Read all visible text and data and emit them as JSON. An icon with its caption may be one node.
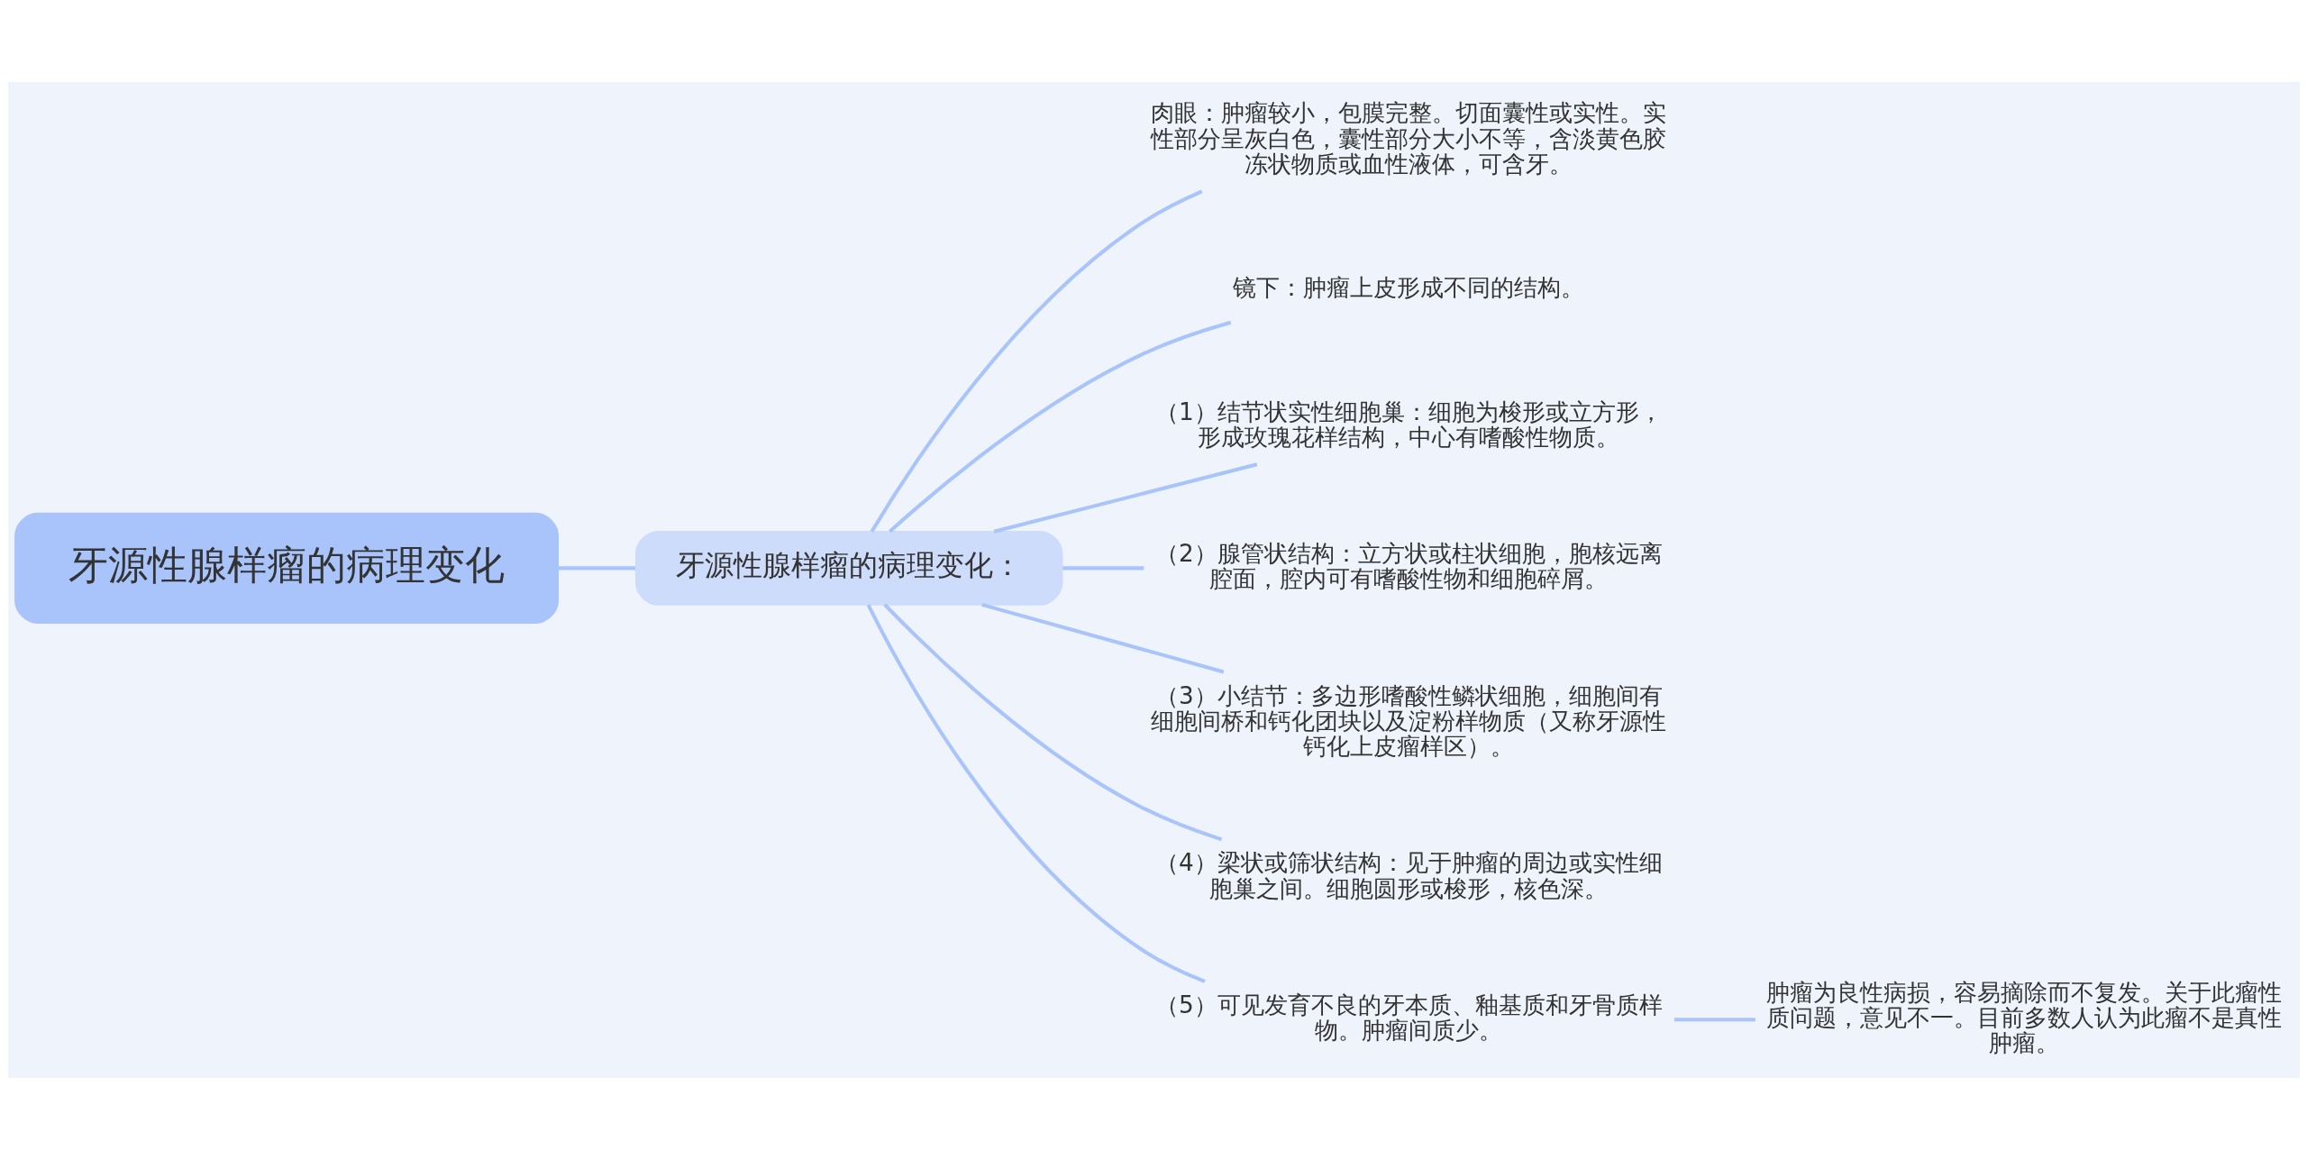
{
  "diagram": {
    "nodes": [
      {
        "text": [
          "牙源性腺样瘤的病理变化"
        ]
      },
      {
        "text": [
          "牙源性腺样瘤的病理变化："
        ]
      },
      {
        "text": [
          "肉眼：肿瘤较小，包膜完整。切面囊性或实性。实性部分呈灰白色，囊性部分大小不等，含淡黄色胶冻状物质或血性液体，可含牙。"
        ]
      },
      {
        "text": [
          "镜下：肿瘤上皮形成不同的结构。"
        ]
      },
      {
        "text": [
          "（1）结节状实性细胞巢：细胞为梭形或立方形，形成玫瑰花样结构，中心有嗜酸性物质。"
        ]
      },
      {
        "text": [
          "（2）腺管状结构：立方状或柱状细胞，胞核远离腔面，腔内可有嗜酸性物和细胞碎屑。"
        ]
      },
      {
        "text": [
          "（3）小结节：多边形嗜酸性鳞状细胞，细胞间有细胞间桥和钙化团块以及淀粉样物质（又称牙源性钙化上皮瘤样区）。"
        ]
      },
      {
        "text": [
          "（4）梁状或筛状结构：见于肿瘤的周边或实性细胞巢之间。细胞圆形或梭形，核色深。"
        ]
      },
      {
        "text": [
          "（5）可见发育不良的牙本质、釉基质和牙骨质样物。肿瘤间质少。"
        ]
      },
      {
        "text": [
          "肿瘤为良性病损，容易摘除而不复发。关于此瘤性质问题，意见不一。目前多数人认为此瘤不是真性肿瘤。"
        ]
      }
    ],
    "edges": [
      {
        "from": 0,
        "to": 1,
        "arrow": "none"
      },
      {
        "from": 1,
        "to": 2,
        "arrow": "none"
      },
      {
        "from": 1,
        "to": 3,
        "arrow": "none"
      },
      {
        "from": 1,
        "to": 4,
        "arrow": "none"
      },
      {
        "from": 1,
        "to": 5,
        "arrow": "none"
      },
      {
        "from": 1,
        "to": 6,
        "arrow": "none"
      },
      {
        "from": 1,
        "to": 7,
        "arrow": "none"
      },
      {
        "from": 1,
        "to": 8,
        "arrow": "none"
      },
      {
        "from": 8,
        "to": 9,
        "arrow": "none"
      }
    ]
  }
}
